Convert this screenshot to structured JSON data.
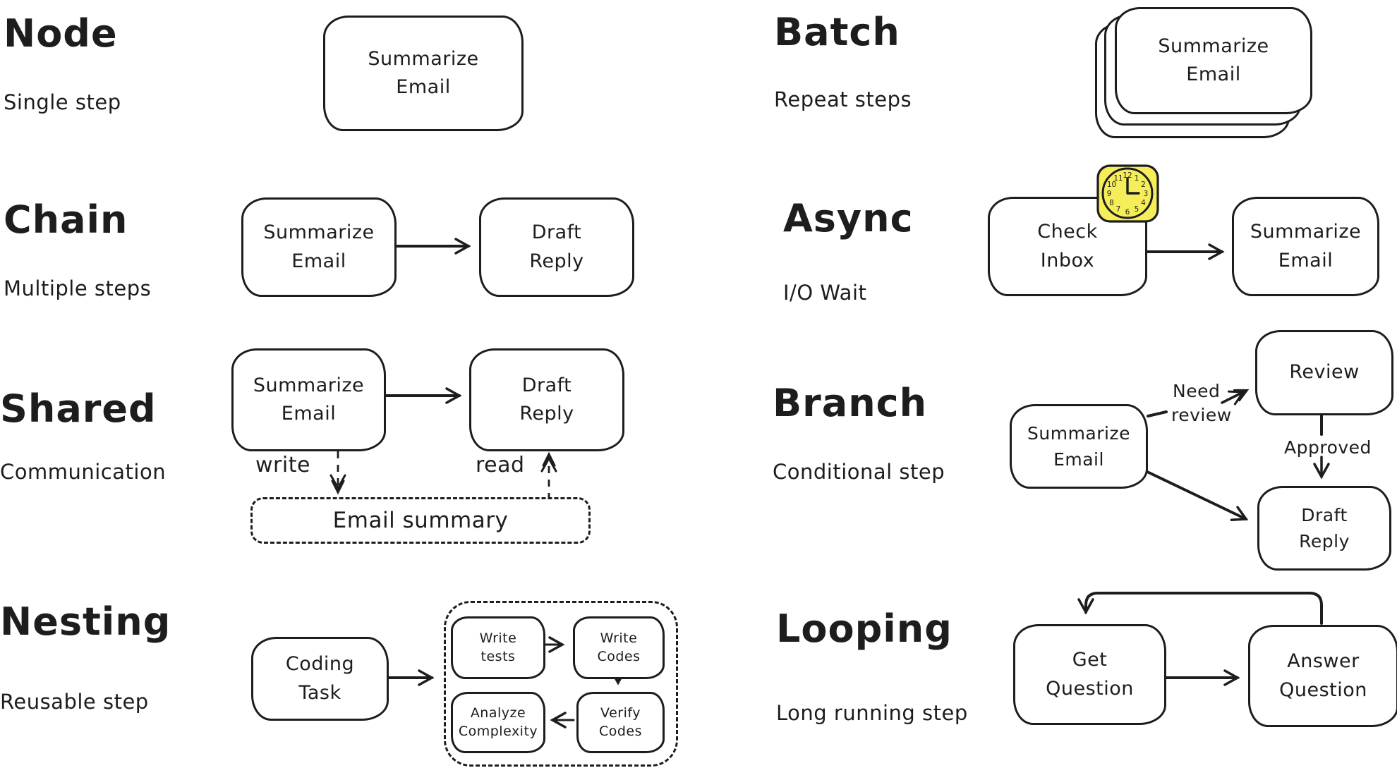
{
  "colors": {
    "ink": "#1d1d1d",
    "clock_fill": "#f5ee5a",
    "background": "#ffffff"
  },
  "sections": {
    "node": {
      "title": "Node",
      "subtitle": "Single step",
      "box": [
        "Summarize",
        "Email"
      ]
    },
    "batch": {
      "title": "Batch",
      "subtitle": "Repeat steps",
      "box": [
        "Summarize",
        "Email"
      ]
    },
    "chain": {
      "title": "Chain",
      "subtitle": "Multiple steps",
      "box_a": [
        "Summarize",
        "Email"
      ],
      "box_b": [
        "Draft",
        "Reply"
      ]
    },
    "async": {
      "title": "Async",
      "subtitle": "I/O Wait",
      "box_a": [
        "Check",
        "Inbox"
      ],
      "box_b": [
        "Summarize",
        "Email"
      ],
      "icon": "clock-icon"
    },
    "shared": {
      "title": "Shared",
      "subtitle": "Communication",
      "box_a": [
        "Summarize",
        "Email"
      ],
      "box_b": [
        "Draft",
        "Reply"
      ],
      "store": "Email summary",
      "write_label": "write",
      "read_label": "read"
    },
    "branch": {
      "title": "Branch",
      "subtitle": "Conditional step",
      "box_source": [
        "Summarize",
        "Email"
      ],
      "box_review": "Review",
      "box_draft": [
        "Draft",
        "Reply"
      ],
      "need_review": [
        "Need",
        "review"
      ],
      "approved": "Approved"
    },
    "nesting": {
      "title": "Nesting",
      "subtitle": "Reusable step",
      "box_main": [
        "Coding",
        "Task"
      ],
      "sub_a": [
        "Write",
        "tests"
      ],
      "sub_b": [
        "Write",
        "Codes"
      ],
      "sub_c": [
        "Analyze",
        "Complexity"
      ],
      "sub_d": [
        "Verify",
        "Codes"
      ]
    },
    "looping": {
      "title": "Looping",
      "subtitle": "Long running step",
      "box_a": [
        "Get",
        "Question"
      ],
      "box_b": [
        "Answer",
        "Question"
      ]
    }
  },
  "clock": {
    "numbers": [
      "12",
      "1",
      "2",
      "3",
      "4",
      "5",
      "6",
      "7",
      "8",
      "9",
      "10",
      "11"
    ]
  }
}
